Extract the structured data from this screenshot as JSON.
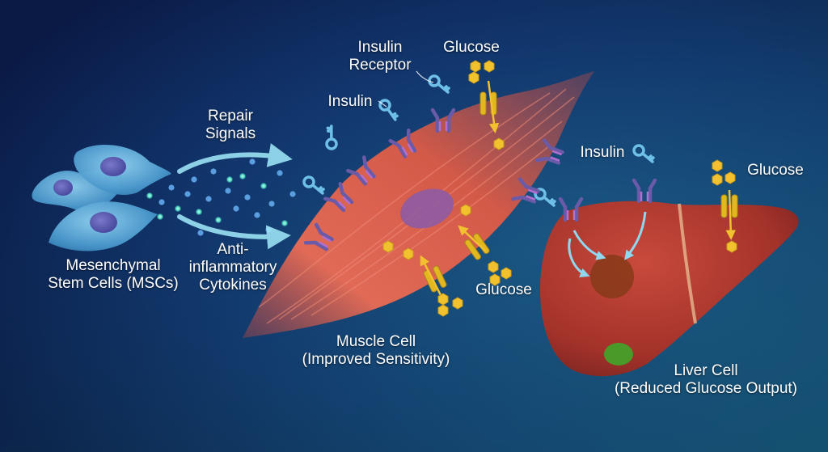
{
  "colors": {
    "background_dark": "#0a1a45",
    "background_light": "#1a4f8a",
    "stem_cell": "#5aa8d8",
    "muscle": "#d65a4a",
    "muscle_nucleus": "#8a5aa8",
    "liver": "#a8352c",
    "liver_nucleus": "#8a3a1a",
    "gallbladder": "#4a9a2a",
    "glucose": "#f2c22e",
    "receptor": "#6a5aa8",
    "insulin_key": "#6fc0e8",
    "arrow": "#8fd8f0",
    "signal_dot": "#5fe0c8"
  },
  "labels": {
    "msc": [
      "Mesenchymal",
      "Stem Cells (MSCs)"
    ],
    "repair": [
      "Repair",
      "Signals"
    ],
    "anti": [
      "Anti-",
      "inflammatory",
      "Cytokines"
    ],
    "insulin_receptor": [
      "Insulin",
      "Receptor"
    ],
    "glucose_top": "Glucose",
    "insulin_left": "Insulin",
    "insulin_right": "Insulin",
    "glucose_right": "Glucose",
    "glucose_mid": "Glucose",
    "muscle": [
      "Muscle Cell",
      "(Improved Sensitivity)"
    ],
    "liver": [
      "Liver Cell",
      "(Reduced Glucose Output)"
    ]
  },
  "icons": [
    "insulin-key-icon",
    "insulin-receptor-icon",
    "glucose-transporter-icon",
    "glucose-molecule-icon",
    "signal-arrow-icon"
  ]
}
